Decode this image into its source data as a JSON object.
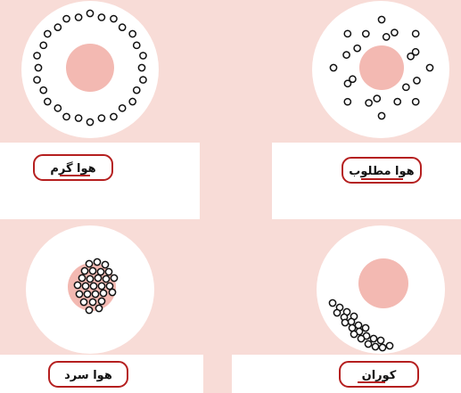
{
  "theme": {
    "background": "#f8dcd7",
    "card_white": "#ffffff",
    "core_pink": "#f3b9b2",
    "dot_stroke": "#111111",
    "label_border": "#b51f1f"
  },
  "panels": [
    {
      "id": "hot-air",
      "label": "هوا گرم"
    },
    {
      "id": "ideal-air",
      "label": "هوا مطلوب"
    },
    {
      "id": "cold-air",
      "label": "هوا سرد"
    },
    {
      "id": "crisis",
      "label": "کوران"
    }
  ]
}
